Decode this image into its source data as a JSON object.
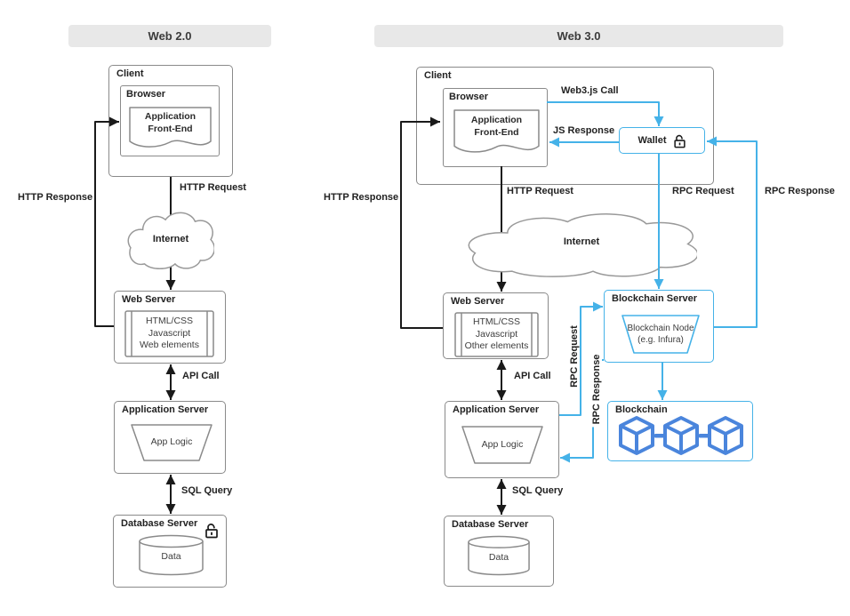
{
  "web2": {
    "header": "Web 2.0",
    "client": "Client",
    "browser": "Browser",
    "frontend": "Application\nFront-End",
    "internet": "Internet",
    "web_server": "Web Server",
    "web_server_items": "HTML/CSS\nJavascript\nWeb elements",
    "app_server": "Application Server",
    "app_logic": "App Logic",
    "db_server": "Database Server",
    "data": "Data",
    "flows": {
      "http_request": "HTTP Request",
      "http_response": "HTTP Response",
      "api_call": "API Call",
      "sql_query": "SQL Query"
    },
    "icons": {
      "db_lock": "lock-icon"
    }
  },
  "web3": {
    "header": "Web 3.0",
    "client": "Client",
    "browser": "Browser",
    "frontend": "Application\nFront-End",
    "wallet": "Wallet",
    "internet": "Internet",
    "web_server": "Web Server",
    "web_server_items": "HTML/CSS\nJavascript\nOther elements",
    "blockchain_server": "Blockchain Server",
    "blockchain_node": "Blockchain Node\n(e.g. Infura)",
    "app_server": "Application Server",
    "app_logic": "App Logic",
    "blockchain": "Blockchain",
    "db_server": "Database Server",
    "data": "Data",
    "flows": {
      "web3js_call": "Web3.js Call",
      "js_response": "JS Response",
      "http_request": "HTTP Request",
      "http_response": "HTTP Response",
      "rpc_request_wallet": "RPC Request",
      "rpc_response_wallet": "RPC Response",
      "api_call": "API Call",
      "rpc_request_server": "RPC Request",
      "rpc_response_server": "RPC Response",
      "sql_query": "SQL Query"
    },
    "icons": {
      "wallet_lock": "lock-icon",
      "blockchain_cubes": "blockchain-cubes-icon"
    }
  },
  "colors": {
    "connector_blue": "#45b2e8",
    "cube_blue": "#4a85dc",
    "connector_black": "#1a1a1a",
    "box_border_gray": "#8a8a8a",
    "header_bg": "#e8e8e8"
  }
}
